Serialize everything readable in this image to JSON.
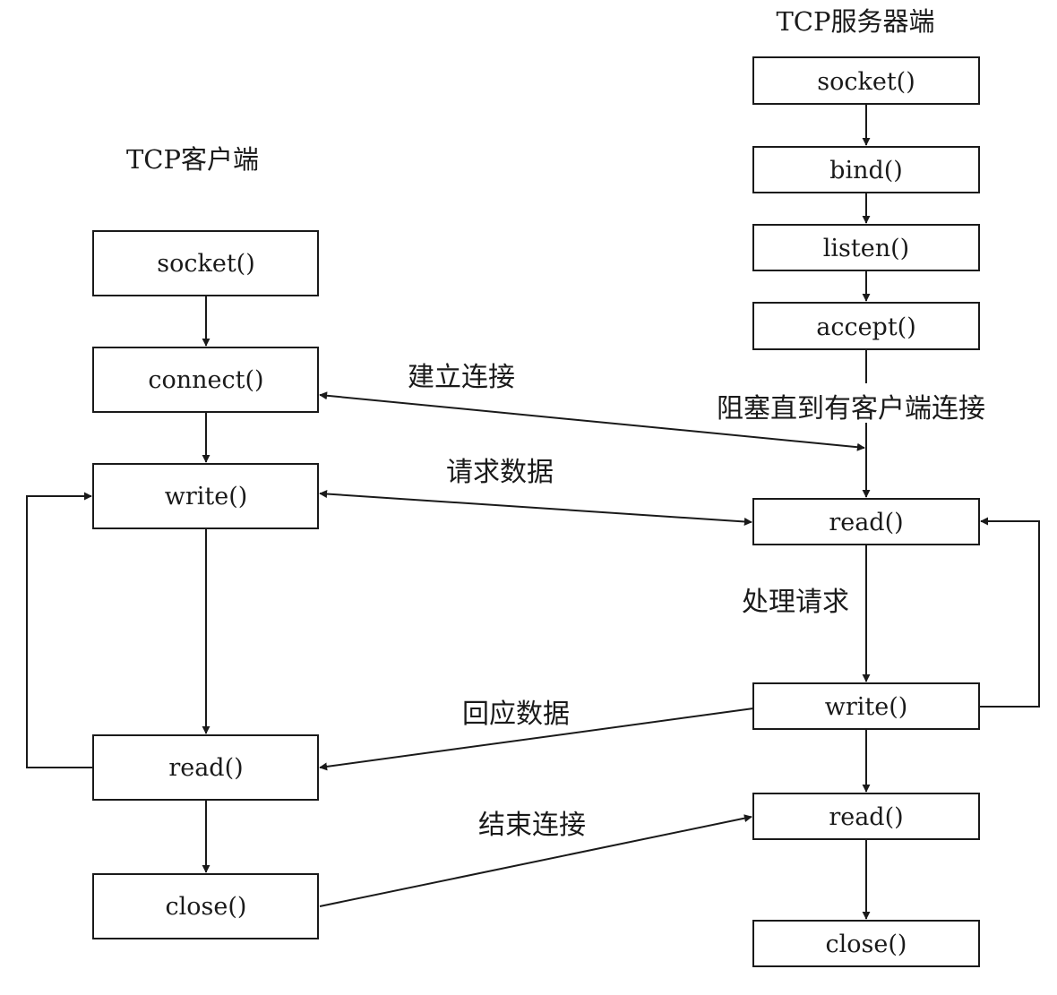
{
  "client": {
    "title": "TCP客户端",
    "socket": "socket()",
    "connect": "connect()",
    "write": "write()",
    "read": "read()",
    "close": "close()"
  },
  "server": {
    "title": "TCP服务器端",
    "socket": "socket()",
    "bind": "bind()",
    "listen": "listen()",
    "accept": "accept()",
    "read": "read()",
    "write": "write()",
    "read2": "read()",
    "close": "close()"
  },
  "annotations": {
    "establish": "建立连接",
    "block": "阻塞直到有客户端连接",
    "request": "请求数据",
    "process": "处理请求",
    "reply": "回应数据",
    "end": "结束连接"
  },
  "colors": {
    "line": "#1a1a1a",
    "box_fill": "#ffffff"
  }
}
